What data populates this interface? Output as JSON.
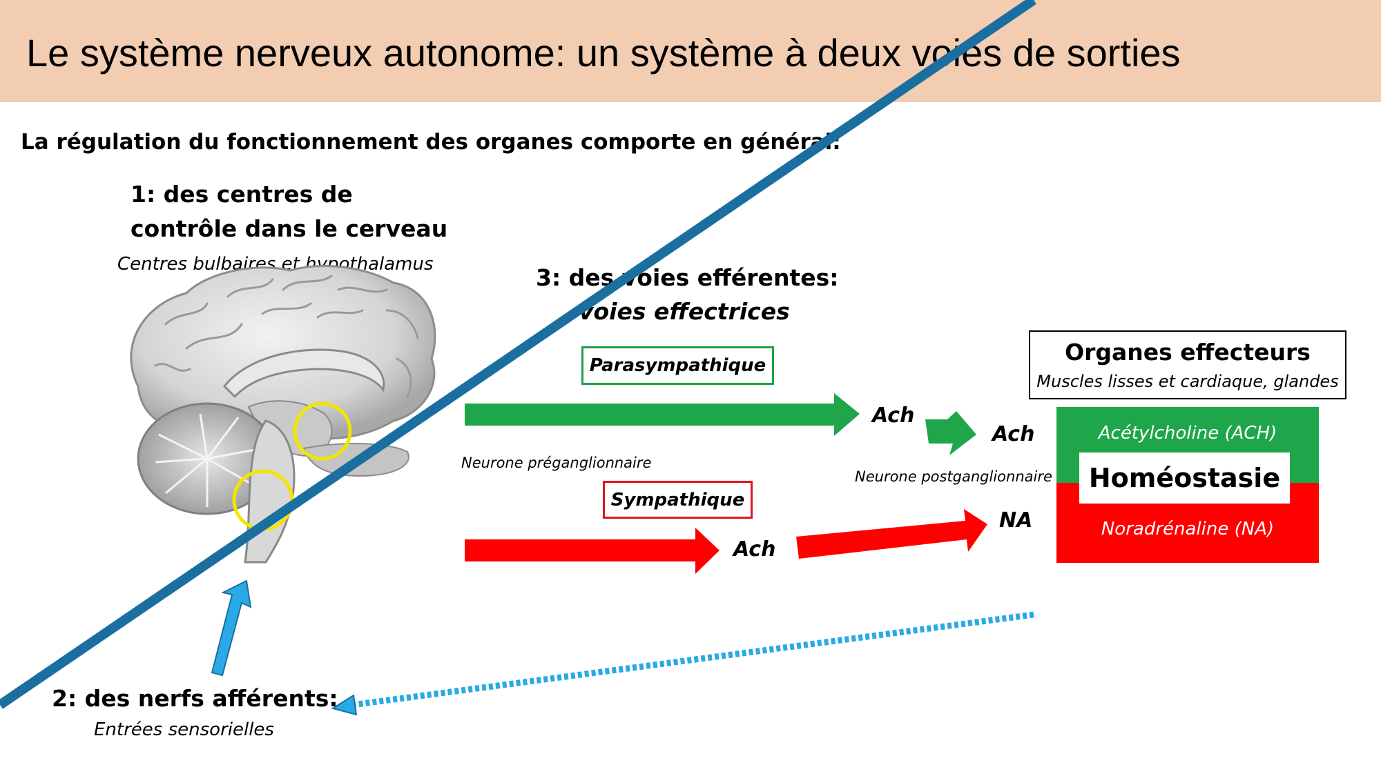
{
  "header": {
    "title": "Le système nerveux autonome: un système à deux voies de sorties"
  },
  "subtitle": "La régulation du fonctionnement des organes comporte en général:",
  "centres": {
    "line1": "1: des centres de",
    "line2": "contrôle dans le cerveau",
    "detail": "Centres bulbaires et hypothalamus"
  },
  "efferent": {
    "line1": "3: des voies efférentes:",
    "line2": "voies effectrices",
    "parasympathetic_label": "Parasympathique",
    "sympathetic_label": "Sympathique",
    "preganglionic_label": "Neurone préganglionnaire",
    "postganglionic_label": "Neurone postganglionnaire",
    "para_ganglion_transmitter": "Ach",
    "para_effector_transmitter": "Ach",
    "symp_ganglion_transmitter": "Ach",
    "symp_effector_transmitter": "NA"
  },
  "afferent": {
    "line1": "2: des nerfs afférents:",
    "detail": "Entrées sensorielles"
  },
  "effectors": {
    "title": "Organes effecteurs",
    "subtitle": "Muscles lisses et cardiaque, glandes",
    "acetylcholine": "Acétylcholine (ACH)",
    "noradrenaline": "Noradrénaline (NA)",
    "homeostasis": "Homéostasie"
  },
  "colors": {
    "header_bg": "#f2cdb1",
    "parasympathetic": "#1fa64a",
    "sympathetic": "#ff0000",
    "afferent": "#29a9e6",
    "highlight": "#f2e600"
  },
  "icons": [
    "brain-icon"
  ]
}
